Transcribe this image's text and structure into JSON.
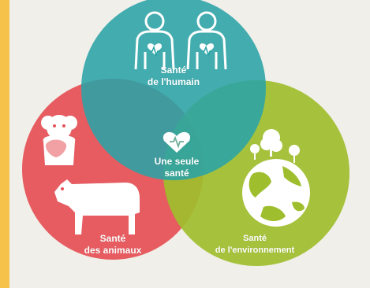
{
  "colors": {
    "accent_bar": "#f6c24a",
    "human_circle": "#2aa3a6",
    "animal_circle": "#e5535a",
    "environment_circle": "#9fbe2e",
    "background": "#f1efe9"
  },
  "labels": {
    "human": {
      "line1": "Santé",
      "line2": "de l'humain"
    },
    "animals": {
      "line1": "Santé",
      "line2": "des animaux"
    },
    "environment": {
      "line1": "Santé",
      "line2": "de l'environnement"
    },
    "center": {
      "line1": "Une seule",
      "line2": "santé"
    }
  },
  "icons": {
    "human": [
      "human-torso-heart-icon",
      "human-torso-heart-icon"
    ],
    "animals": [
      "monkey-heart-icon",
      "cow-heart-icon"
    ],
    "environment": [
      "earth-tree-heart-icon"
    ],
    "center": [
      "heart-pulse-icon"
    ]
  }
}
